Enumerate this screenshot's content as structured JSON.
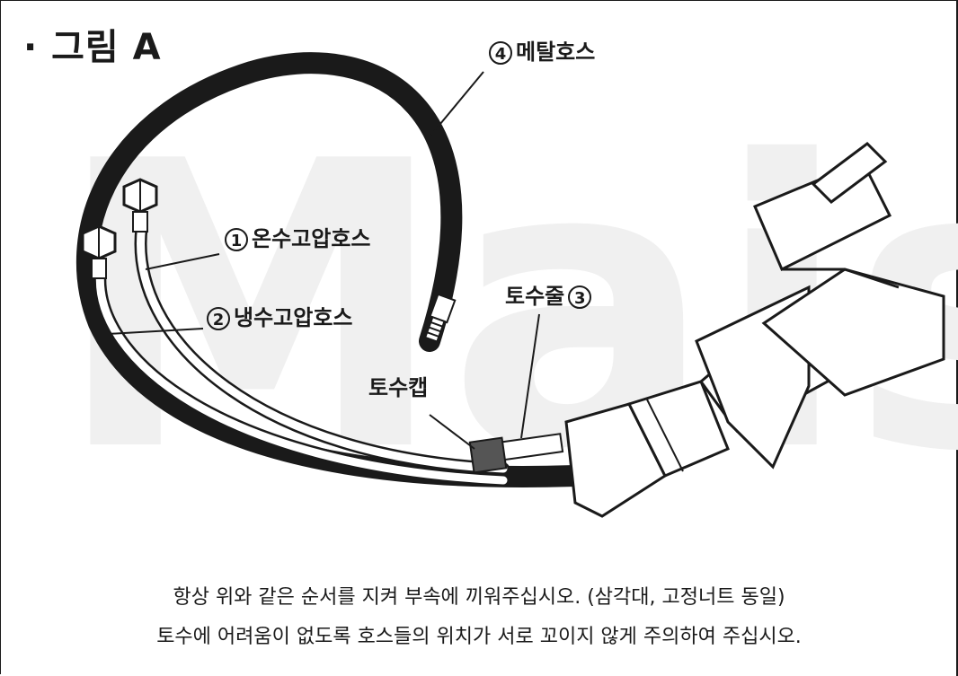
{
  "title": "· 그림 A",
  "watermark": "Mais",
  "labels": {
    "hot_hose": {
      "num": "1",
      "text": "온수고압호스"
    },
    "cold_hose": {
      "num": "2",
      "text": "냉수고압호스"
    },
    "spout_line": {
      "num": "3",
      "text": "토수줄"
    },
    "metal_hose": {
      "num": "4",
      "text": "메탈호스"
    },
    "spout_cap": {
      "text": "토수캡"
    }
  },
  "caption": {
    "line1": "항상 위와 같은 순서를 지켜 부속에 끼워주십시오. (삼각대, 고정너트 동일)",
    "line2": "토수에 어려움이 없도록 호스들의 위치가 서로 꼬이지 않게 주의하여 주십시오."
  },
  "colors": {
    "ink": "#1a1a1a",
    "watermark": "#f0f0f0",
    "hose": "#222222"
  }
}
